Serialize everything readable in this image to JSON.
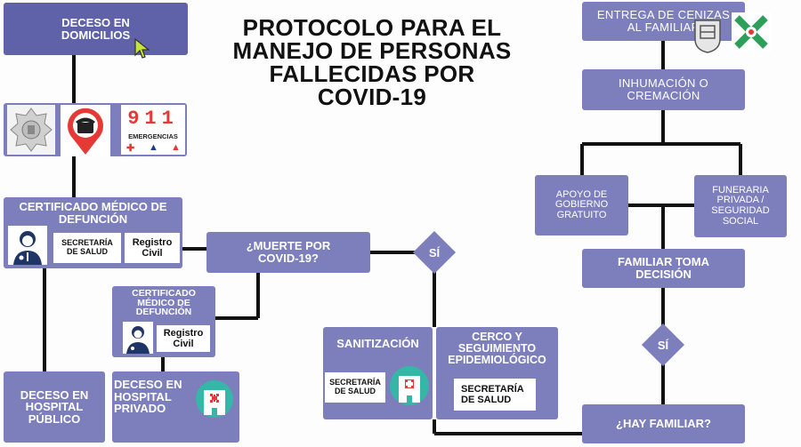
{
  "title": [
    "PROTOCOLO PARA EL",
    "MANEJO DE PERSONAS",
    "FALLECIDAS POR",
    "COVID-19"
  ],
  "deceso_domicilios": [
    "DECESO EN",
    "DOMICILIOS"
  ],
  "emergencias": {
    "number": "911",
    "label": "EMERGENCIAS"
  },
  "certificado_1": [
    "CERTIFICADO MÉDICO DE",
    "DEFUNCIÓN"
  ],
  "secretaria_salud_1": [
    "SECRETARÍA",
    "DE SALUD"
  ],
  "registro_civil_1": [
    "Registro",
    "Civil"
  ],
  "muerte_covid": [
    "¿MUERTE POR",
    "COVID-19?"
  ],
  "si_1": "SÍ",
  "certificado_2": [
    "CERTIFICADO",
    "MÉDICO DE",
    "DEFUNCIÓN"
  ],
  "registro_civil_2": [
    "Registro",
    "Civil"
  ],
  "hospital_publico": [
    "DECESO EN",
    "HOSPITAL",
    "PÚBLICO"
  ],
  "hospital_privado": [
    "DECESO EN",
    "HOSPITAL",
    "PRIVADO"
  ],
  "sanitizacion": "SANITIZACIÓN",
  "secretaria_salud_2": [
    "SECRETARÍA",
    "DE SALUD"
  ],
  "cerco": [
    "CERCO Y",
    "SEGUIMIENTO",
    "EPIDEMIOLÓGICO"
  ],
  "secretaria_salud_3": [
    "SECRETARÍA",
    "DE SALUD"
  ],
  "entrega_cenizas": [
    "ENTREGA DE CENIZAS",
    "AL FAMILIAR"
  ],
  "inhumacion": [
    "INHUMACIÓN O",
    "CREMACIÓN"
  ],
  "apoyo_gobierno": [
    "APOYO DE",
    "GOBIERNO",
    "GRATUITO"
  ],
  "funeraria": [
    "FUNERARIA",
    "PRIVADA /",
    "SEGURIDAD",
    "SOCIAL"
  ],
  "familiar_decision": [
    "FAMILIAR TOMA",
    "DECISIÓN"
  ],
  "si_2": "SÍ",
  "hay_familiar": "¿HAY FAMILIAR?",
  "colors": {
    "box": "#7d7fbd",
    "line": "#111111",
    "red": "#e53935",
    "green": "#2e9e5b"
  },
  "icons": [
    "police-badge-icon",
    "telephone-pin-icon",
    "doctor-icon",
    "hospital-icon",
    "cursor-icon",
    "cdmx-shield-icon",
    "cdmx-logo-icon"
  ]
}
